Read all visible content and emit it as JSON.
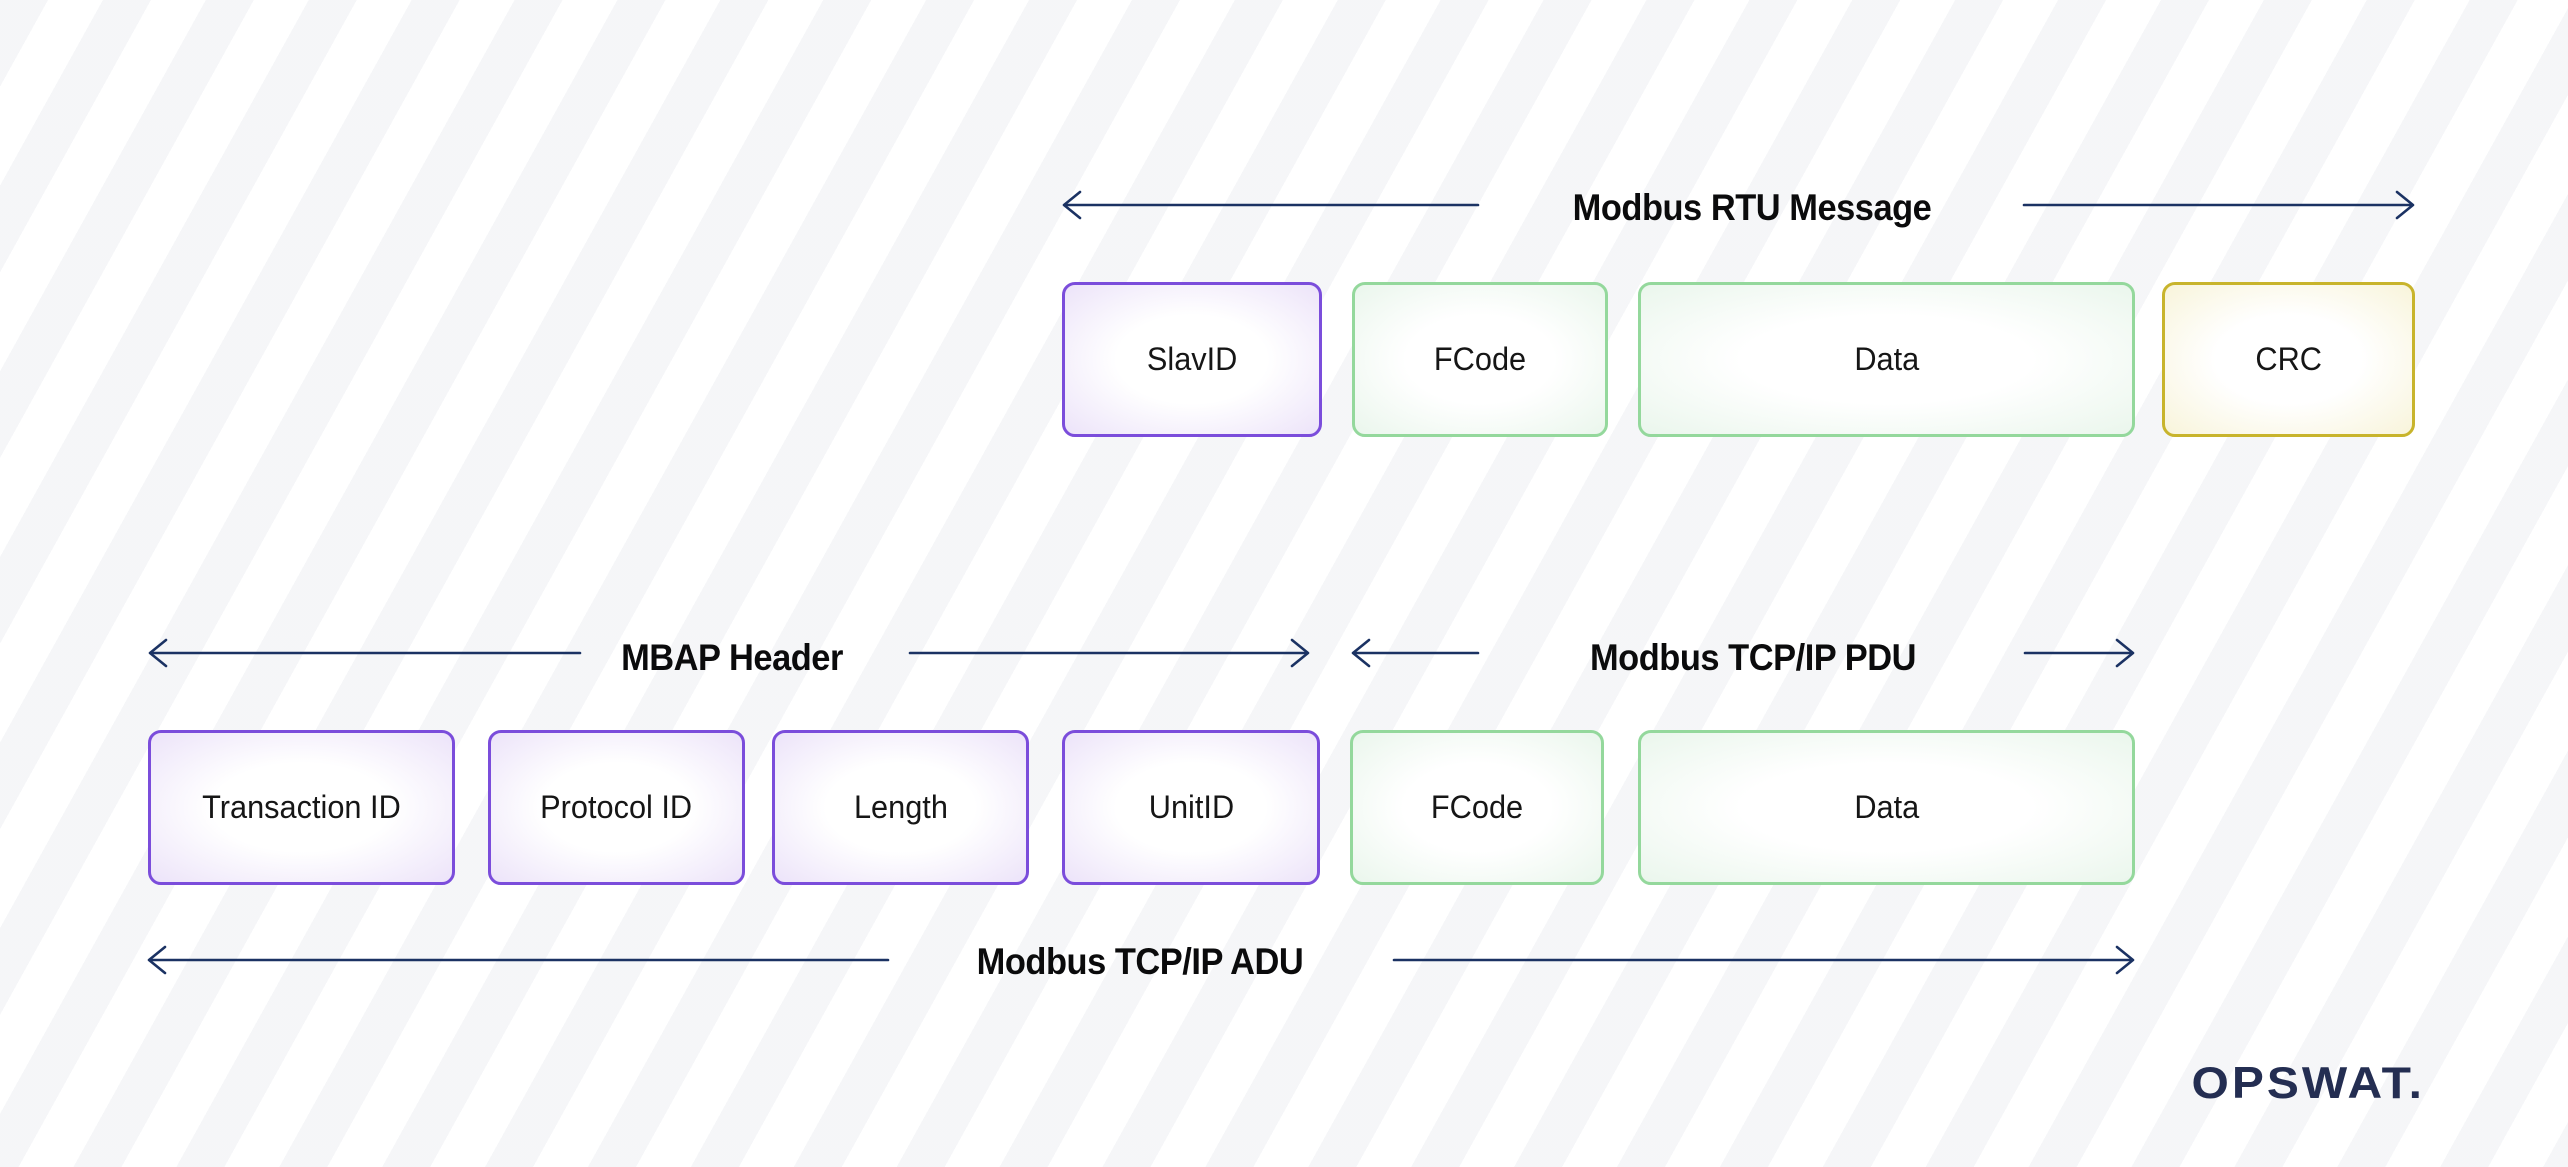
{
  "theme": {
    "navy": "#1b3263",
    "purple": "#7b4ddb",
    "purplefill": "#ece3f9",
    "green": "#94d89c",
    "greenfill": "#eaf6ec",
    "yellow": "#c8b42c",
    "yellowfill": "#f8f4da",
    "logonavy": "#242e52",
    "ink": "#0b0b0c"
  },
  "rtu": {
    "title": "Modbus RTU Message",
    "fields": [
      {
        "label": "SlavID",
        "color": "purple"
      },
      {
        "label": "FCode",
        "color": "green"
      },
      {
        "label": "Data",
        "color": "green"
      },
      {
        "label": "CRC",
        "color": "yellow"
      }
    ]
  },
  "mbap": {
    "title": "MBAP Header"
  },
  "pdu": {
    "title": "Modbus TCP/IP PDU"
  },
  "adu": {
    "title": "Modbus TCP/IP ADU"
  },
  "tcp_fields": [
    {
      "label": "Transaction ID",
      "color": "purple"
    },
    {
      "label": "Protocol ID",
      "color": "purple"
    },
    {
      "label": "Length",
      "color": "purple"
    },
    {
      "label": "UnitID",
      "color": "purple"
    },
    {
      "label": "FCode",
      "color": "green"
    },
    {
      "label": "Data",
      "color": "green"
    }
  ],
  "logo_text": "OPSWAT."
}
